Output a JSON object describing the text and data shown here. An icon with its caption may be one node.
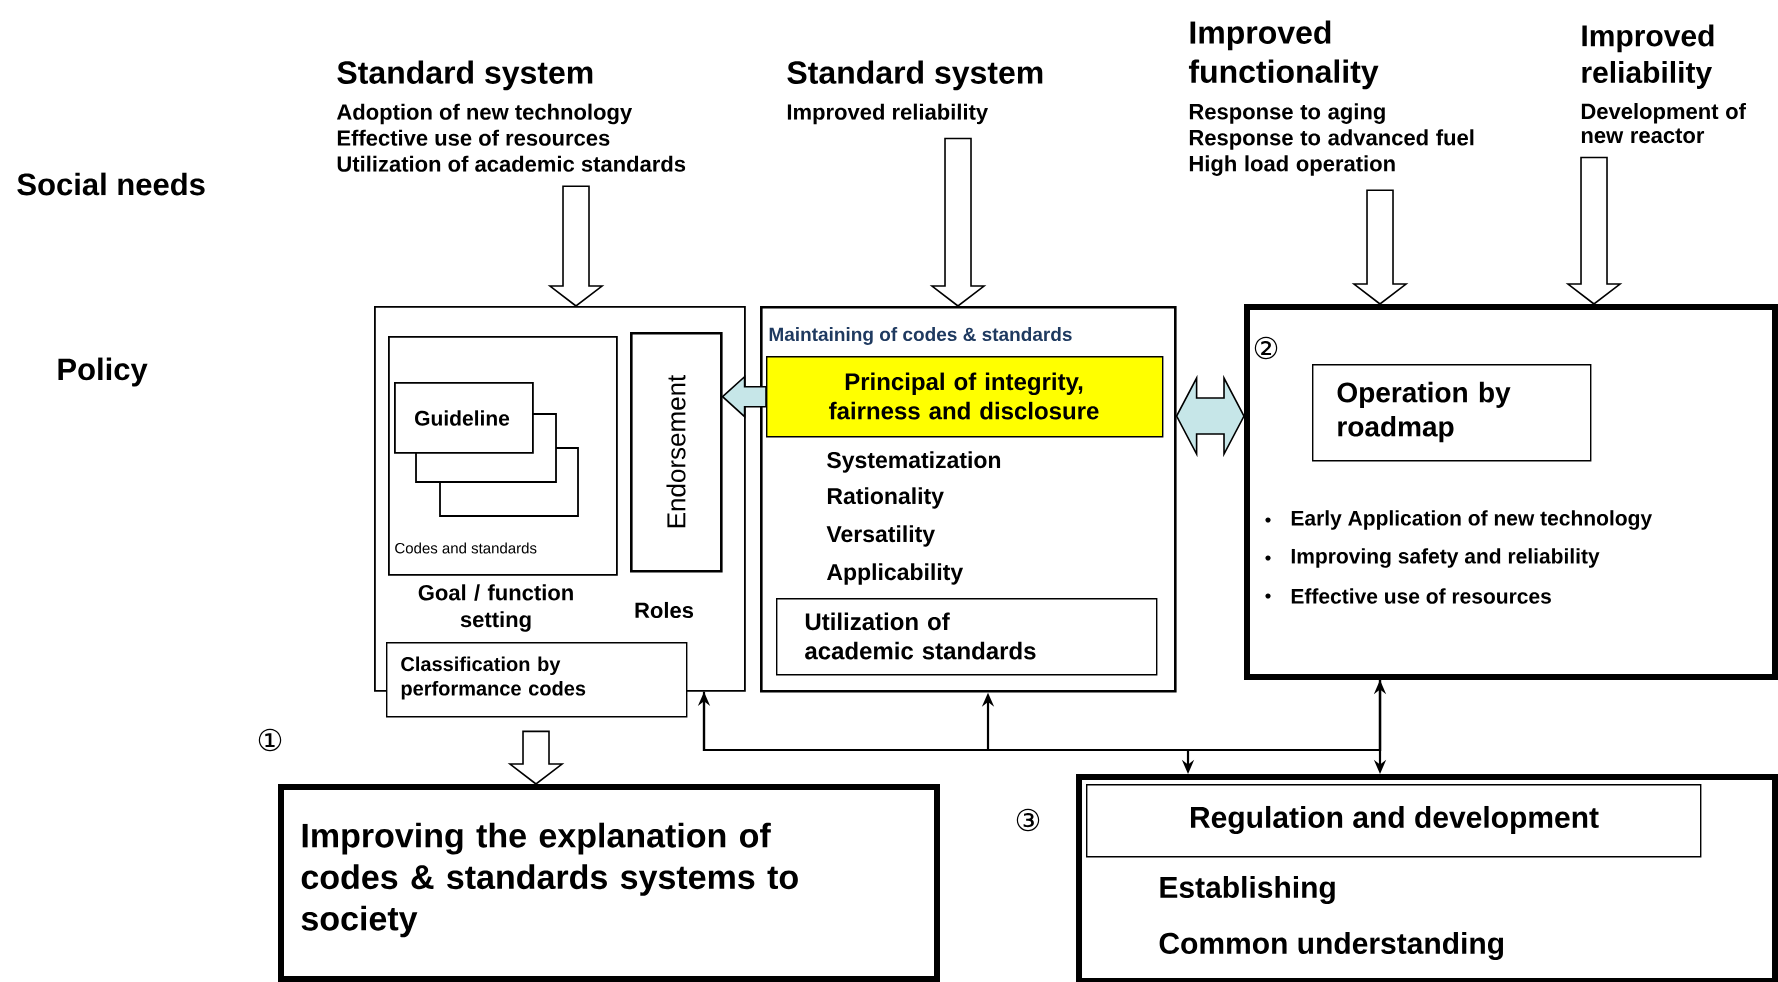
{
  "diagram": {
    "nodes": [
      {
        "text": [
          "Standard system",
          "Adoption of new technology",
          "Effective use of resources",
          "Utilization of academic standards"
        ]
      },
      {
        "text": [
          "Standard system",
          "Improved reliability"
        ]
      },
      {
        "text": [
          "Improved functionality",
          "Response to aging",
          "Response to advanced fuel",
          "High load operation"
        ]
      },
      {
        "text": [
          "Improved reliability",
          "Development of new reactor"
        ]
      },
      {
        "text": [
          "Goal / function setting",
          "Roles"
        ]
      },
      {
        "text": [
          "Codes and standards"
        ],
        "in": 4
      },
      {
        "text": [
          "Guideline"
        ],
        "in": 5
      },
      {
        "text": [
          "Endorsement"
        ],
        "in": 4
      },
      {
        "text": [
          "Classification by performance codes"
        ]
      },
      {
        "text": [
          "Maintaining of codes & standards",
          "Systematization",
          "Rationality",
          "Versatility",
          "Applicability"
        ]
      },
      {
        "text": [
          "Principal of integrity, fairness and disclosure"
        ],
        "in": 9
      },
      {
        "text": [
          "Utilization of academic standards"
        ],
        "in": 9
      },
      {
        "text": [
          "②",
          "Early Application of new technology",
          "Improving safety and reliability",
          "Effective use of resources"
        ]
      },
      {
        "text": [
          "Operation by roadmap"
        ],
        "in": 12
      },
      {
        "text": [
          "Improving the explanation of codes & standards systems to society"
        ],
        "beside": [
          "①"
        ]
      },
      {
        "text": [
          "Establishing",
          "Common understanding"
        ],
        "beside": [
          "③"
        ]
      },
      {
        "text": [
          "Regulation and development"
        ],
        "in": 15
      }
    ],
    "edges": [
      {
        "from": 0,
        "to": 4,
        "arrow": "to"
      },
      {
        "from": 1,
        "to": 9,
        "arrow": "to"
      },
      {
        "from": 2,
        "to": 12,
        "arrow": "to"
      },
      {
        "from": 3,
        "to": 12,
        "arrow": "to"
      },
      {
        "from": 10,
        "to": 7,
        "arrow": "to"
      },
      {
        "from": 9,
        "to": 12,
        "arrow": "both"
      },
      {
        "from": 8,
        "to": 14,
        "arrow": "to"
      },
      {
        "from": 12,
        "to": 4,
        "arrow": "to"
      },
      {
        "from": 12,
        "to": 9,
        "arrow": "to"
      },
      {
        "from": 12,
        "to": 15,
        "arrow": "both"
      },
      {
        "from": 4,
        "to": 15,
        "arrow": "to"
      }
    ],
    "labels": [
      "Social needs",
      "Policy"
    ]
  }
}
